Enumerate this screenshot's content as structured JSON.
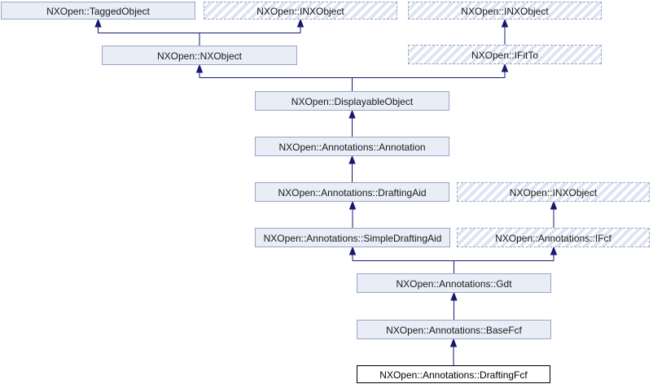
{
  "diagram": {
    "kind": "class-inheritance-graph",
    "colors": {
      "background": "#ffffff",
      "node_fill": "#e8edf6",
      "node_border": "#9aa5c6",
      "hatch_stripe": "#dfe4f1",
      "hatch_border": "#94a4c8",
      "current_node_fill": "#ffffff",
      "current_node_border": "#000000",
      "edge": "#191970",
      "text": "#1a1a1a"
    },
    "nodes": [
      {
        "id": "tagged-object",
        "label": "NXOpen::TaggedObject",
        "style": "solid"
      },
      {
        "id": "inxobject-top-left",
        "label": "NXOpen::INXObject",
        "style": "hatched"
      },
      {
        "id": "inxobject-top-right",
        "label": "NXOpen::INXObject",
        "style": "hatched"
      },
      {
        "id": "nxobject",
        "label": "NXOpen::NXObject",
        "style": "solid"
      },
      {
        "id": "ifitto",
        "label": "NXOpen::IFitTo",
        "style": "hatched"
      },
      {
        "id": "displayable-object",
        "label": "NXOpen::DisplayableObject",
        "style": "solid"
      },
      {
        "id": "annotation",
        "label": "NXOpen::Annotations::Annotation",
        "style": "solid"
      },
      {
        "id": "drafting-aid",
        "label": "NXOpen::Annotations::DraftingAid",
        "style": "solid"
      },
      {
        "id": "inxobject-middle",
        "label": "NXOpen::INXObject",
        "style": "hatched"
      },
      {
        "id": "simple-drafting-aid",
        "label": "NXOpen::Annotations::SimpleDraftingAid",
        "style": "solid"
      },
      {
        "id": "ifcf",
        "label": "NXOpen::Annotations::IFcf",
        "style": "hatched"
      },
      {
        "id": "gdt",
        "label": "NXOpen::Annotations::Gdt",
        "style": "solid"
      },
      {
        "id": "base-fcf",
        "label": "NXOpen::Annotations::BaseFcf",
        "style": "solid"
      },
      {
        "id": "drafting-fcf",
        "label": "NXOpen::Annotations::DraftingFcf",
        "style": "current"
      }
    ],
    "edges": [
      {
        "child": "nxobject",
        "parent": "tagged-object"
      },
      {
        "child": "nxobject",
        "parent": "inxobject-top-left"
      },
      {
        "child": "ifitto",
        "parent": "inxobject-top-right"
      },
      {
        "child": "displayable-object",
        "parent": "nxobject"
      },
      {
        "child": "displayable-object",
        "parent": "ifitto"
      },
      {
        "child": "annotation",
        "parent": "displayable-object"
      },
      {
        "child": "drafting-aid",
        "parent": "annotation"
      },
      {
        "child": "simple-drafting-aid",
        "parent": "drafting-aid"
      },
      {
        "child": "ifcf",
        "parent": "inxobject-middle"
      },
      {
        "child": "gdt",
        "parent": "simple-drafting-aid"
      },
      {
        "child": "gdt",
        "parent": "ifcf"
      },
      {
        "child": "base-fcf",
        "parent": "gdt"
      },
      {
        "child": "drafting-fcf",
        "parent": "base-fcf"
      }
    ]
  }
}
